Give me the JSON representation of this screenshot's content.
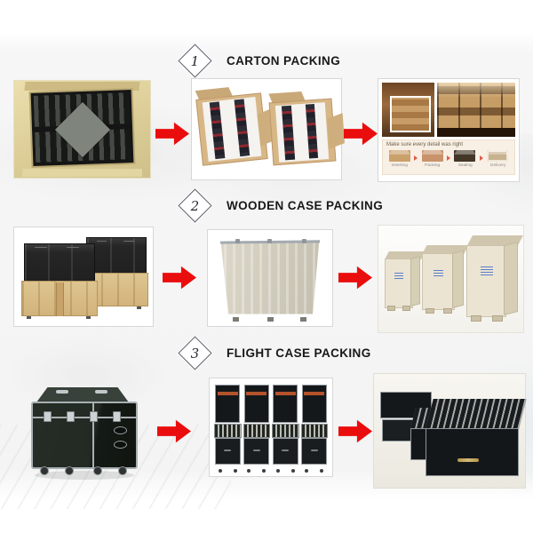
{
  "colors": {
    "arrow_red": "#ea0d0d",
    "title_text": "#181818",
    "tile_border": "#d7d7d7",
    "diamond_border": "#62626f",
    "flight_case_red_stripe": "#b4532b",
    "plywood": "#d2b37c"
  },
  "sections": [
    {
      "num": "1",
      "title": "CARTON PACKING",
      "photos": [
        "carton box filled with LED modules",
        "foam-packed cartons with LED strips",
        "warehouse pallets and packing steps collage"
      ]
    },
    {
      "num": "2",
      "title": "WOODEN CASE PACKING",
      "photos": [
        "LED cabinets on wooden crate bases",
        "closed plywood case",
        "three finished wooden crates with shipping marks"
      ]
    },
    {
      "num": "3",
      "title": "FLIGHT CASE PACKING",
      "photos": [
        "closed black flight case on casters",
        "row of four open flight cases",
        "open flight cases loaded with LED panels"
      ]
    }
  ],
  "collage": {
    "caption": "Make sure every detail was right",
    "steps": [
      "Inserting",
      "Packing",
      "Sealing",
      "Delivery"
    ]
  },
  "icons": {
    "arrow": "red-block-arrow",
    "step_badge": "diamond-number-badge",
    "mini_arrow": "small-red-triangle"
  }
}
